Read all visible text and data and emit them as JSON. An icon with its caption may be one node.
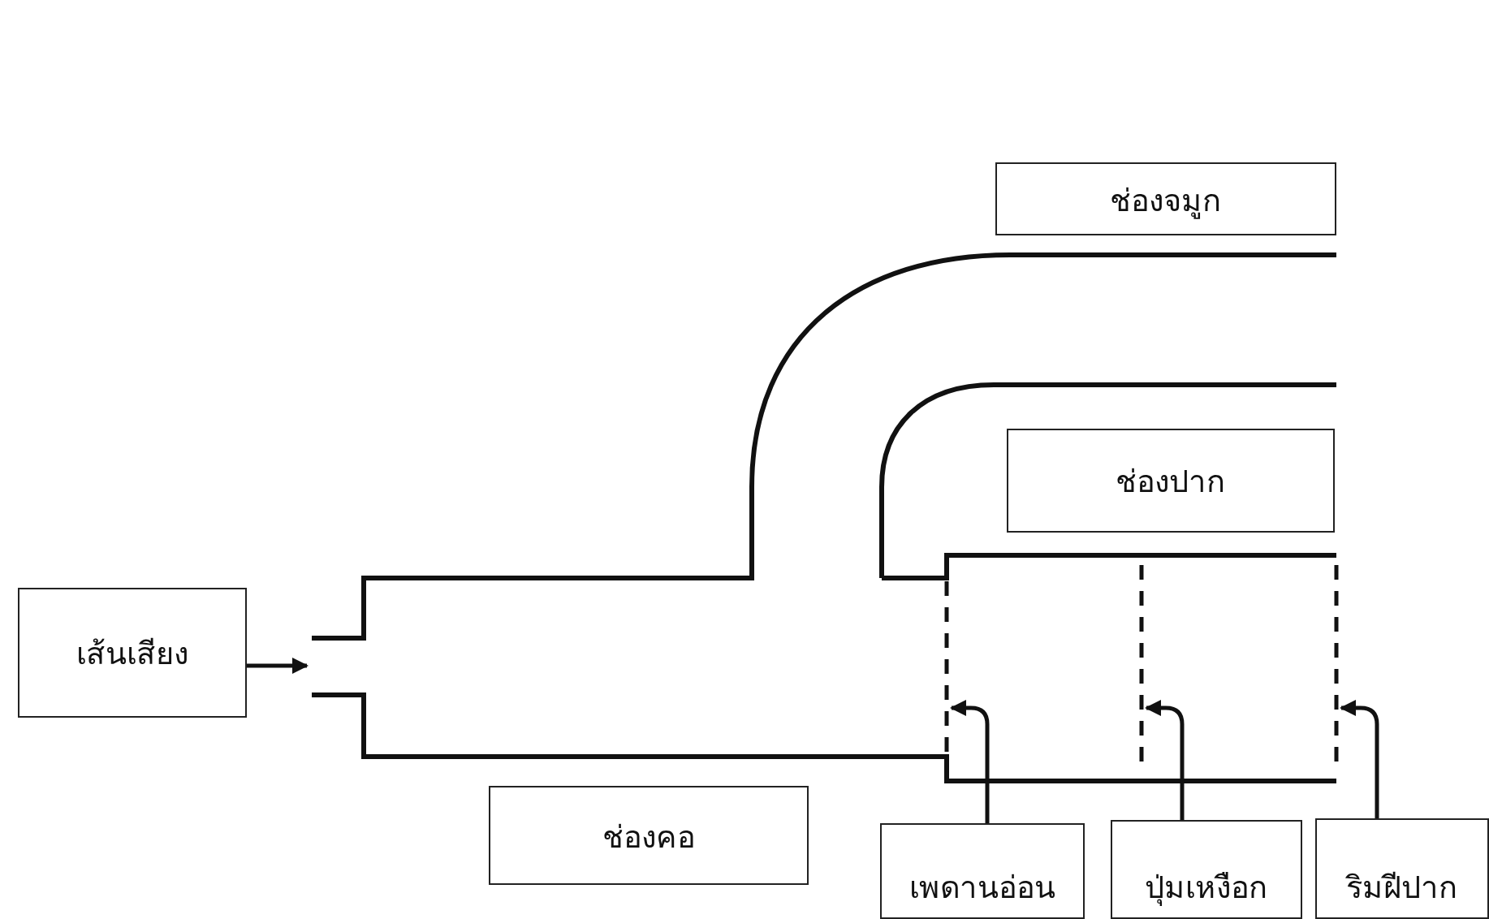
{
  "diagram": {
    "nodes": [
      {
        "text": [
          "ช่องจมูก"
        ]
      },
      {
        "text": [
          "ช่องปาก"
        ]
      },
      {
        "text": [
          "เส้นเสียง"
        ]
      },
      {
        "text": [
          "ช่องคอ"
        ]
      },
      {
        "text": [
          "เพดานอ่อน"
        ]
      },
      {
        "text": [
          "ปุ่มเหงือก"
        ]
      },
      {
        "text": [
          "ริมฝีปาก"
        ]
      }
    ],
    "edges": [
      {
        "from": 2,
        "to": null,
        "arrow": "to"
      },
      {
        "from": 4,
        "to": null,
        "arrow": "to"
      },
      {
        "from": 5,
        "to": null,
        "arrow": "to"
      },
      {
        "from": 6,
        "to": null,
        "arrow": "to"
      }
    ]
  }
}
